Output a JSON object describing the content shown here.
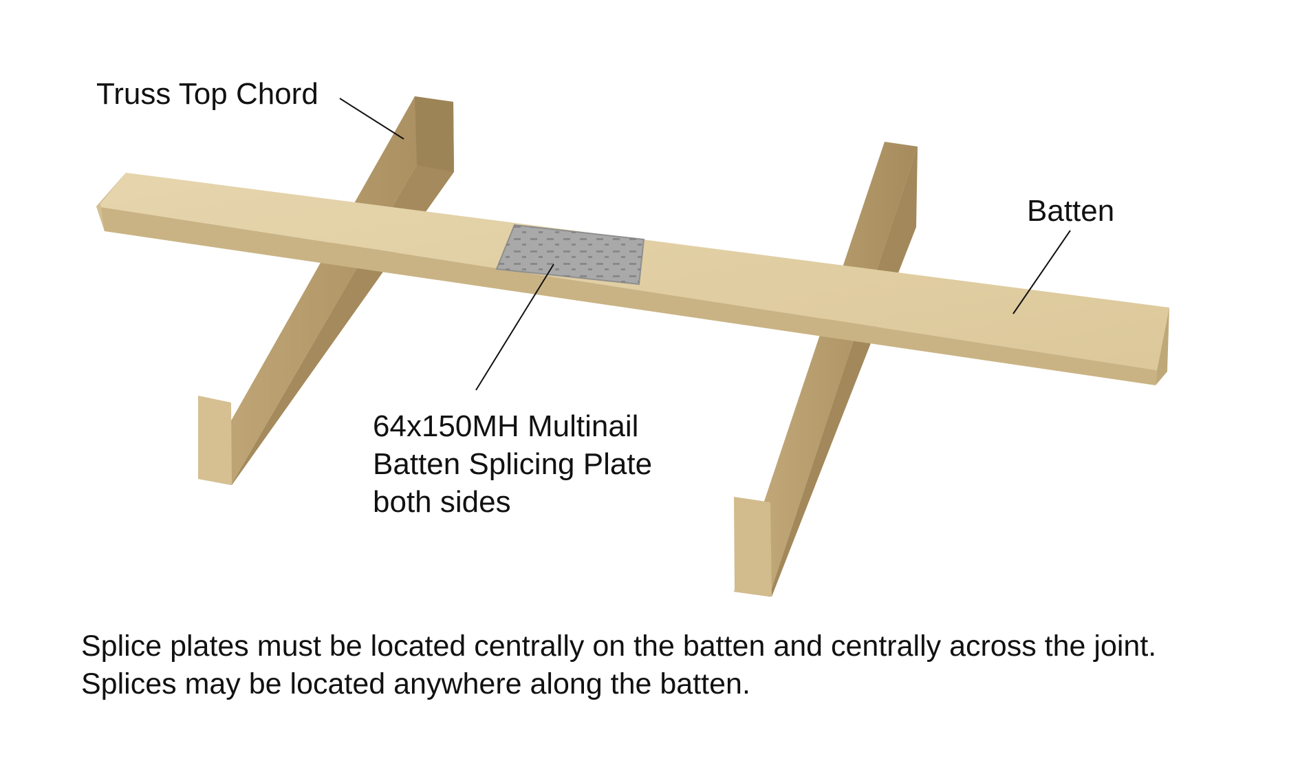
{
  "labels": {
    "truss_top_chord": "Truss Top Chord",
    "batten": "Batten",
    "plate_line1": "64x150MH Multinail",
    "plate_line2": "Batten Splicing Plate",
    "plate_line3": "both sides"
  },
  "notes": {
    "line1": "Splice plates must be located centrally on the batten and centrally across the joint.",
    "line2": "Splices may be located anywhere along the batten."
  },
  "colors": {
    "timber_top": "#e3d1a6",
    "timber_side": "#b59b6c",
    "timber_end": "#c9b287",
    "plate": "#a9a9a9",
    "plate_slot": "#7d7d7d"
  }
}
